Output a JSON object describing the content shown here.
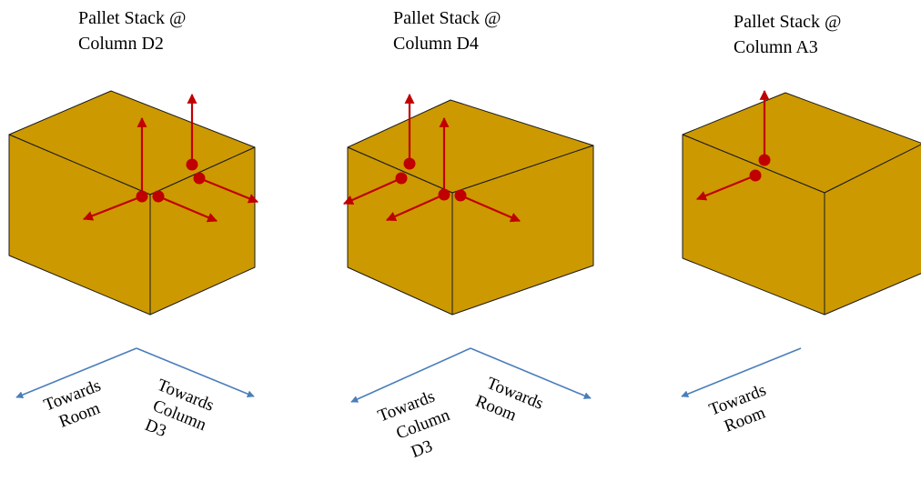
{
  "colors": {
    "box_face": "#CC9900",
    "box_edge": "#1a1a1a",
    "vector": "#C00000",
    "direction_arrow": "#4A7EBB"
  },
  "stacks": [
    {
      "title_line1": "Pallet Stack @",
      "title_line2": "Column D2",
      "directions": {
        "left": [
          "Towards",
          "Room"
        ],
        "right": [
          "Towards",
          "Column",
          "D3"
        ]
      }
    },
    {
      "title_line1": "Pallet Stack @",
      "title_line2": "Column D4",
      "directions": {
        "left": [
          "Towards",
          "Column",
          "D3"
        ],
        "right": [
          "Towards",
          "Room"
        ]
      }
    },
    {
      "title_line1": "Pallet Stack @",
      "title_line2": "Column A3",
      "directions": {
        "left": [
          "Towards",
          "Room"
        ]
      }
    }
  ]
}
